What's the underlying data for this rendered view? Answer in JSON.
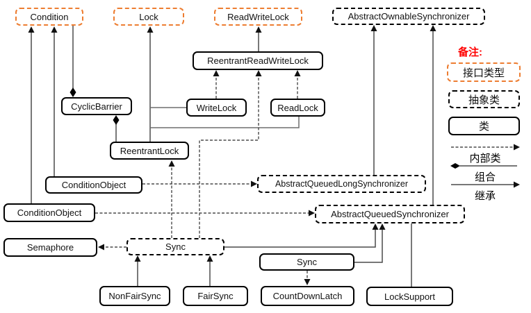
{
  "diagram": {
    "title_hint": "Java locks / AQS class relationship diagram",
    "nodes": {
      "condition": "Condition",
      "lock": "Lock",
      "read_write_lock": "ReadWriteLock",
      "abstract_ownable_synchronizer": "AbstractOwnableSynchronizer",
      "reentrant_read_write_lock": "ReentrantReadWriteLock",
      "cyclic_barrier": "CyclicBarrier",
      "write_lock": "WriteLock",
      "read_lock": "ReadLock",
      "reentrant_lock": "ReentrantLock",
      "condition_object_upper": "ConditionObject",
      "abstract_queued_long_synchronizer": "AbstractQueuedLongSynchronizer",
      "condition_object_lower": "ConditionObject",
      "abstract_queued_synchronizer": "AbstractQueuedSynchronizer",
      "semaphore": "Semaphore",
      "sync_inner": "Sync",
      "sync_class": "Sync",
      "non_fair_sync": "NonFairSync",
      "fair_sync": "FairSync",
      "count_down_latch": "CountDownLatch",
      "lock_support": "LockSupport"
    },
    "edges": [
      {
        "from": "condition_object_upper",
        "to": "condition",
        "type": "inheritance"
      },
      {
        "from": "condition_object_lower",
        "to": "condition",
        "type": "inheritance"
      },
      {
        "from": "reentrant_lock",
        "to": "lock",
        "type": "inheritance"
      },
      {
        "from": "write_lock",
        "to": "lock",
        "type": "inheritance"
      },
      {
        "from": "read_lock",
        "to": "lock",
        "type": "inheritance"
      },
      {
        "from": "reentrant_read_write_lock",
        "to": "read_write_lock",
        "type": "inheritance"
      },
      {
        "from": "abstract_queued_long_synchronizer",
        "to": "abstract_ownable_synchronizer",
        "type": "inheritance"
      },
      {
        "from": "abstract_queued_synchronizer",
        "to": "abstract_ownable_synchronizer",
        "type": "inheritance"
      },
      {
        "from": "non_fair_sync",
        "to": "sync_inner",
        "type": "inheritance"
      },
      {
        "from": "fair_sync",
        "to": "sync_inner",
        "type": "inheritance"
      },
      {
        "from": "sync_inner",
        "to": "abstract_queued_synchronizer",
        "type": "inheritance"
      },
      {
        "from": "sync_class",
        "to": "abstract_queued_synchronizer",
        "type": "inheritance"
      },
      {
        "from": "write_lock",
        "to": "reentrant_read_write_lock",
        "type": "inner-class"
      },
      {
        "from": "read_lock",
        "to": "reentrant_read_write_lock",
        "type": "inner-class"
      },
      {
        "from": "sync_inner",
        "to": "reentrant_read_write_lock",
        "type": "inner-class"
      },
      {
        "from": "sync_inner",
        "to": "reentrant_lock",
        "type": "inner-class"
      },
      {
        "from": "sync_inner",
        "to": "semaphore",
        "type": "inner-class"
      },
      {
        "from": "sync_class",
        "to": "count_down_latch",
        "type": "inner-class"
      },
      {
        "from": "condition_object_upper",
        "to": "abstract_queued_long_synchronizer",
        "type": "inner-class"
      },
      {
        "from": "condition_object_lower",
        "to": "abstract_queued_synchronizer",
        "type": "inner-class"
      },
      {
        "from": "cyclic_barrier",
        "to": "condition",
        "type": "composition"
      },
      {
        "from": "cyclic_barrier",
        "to": "reentrant_lock",
        "type": "composition"
      },
      {
        "from": "abstract_queued_synchronizer",
        "to": "lock_support",
        "type": "association"
      }
    ],
    "legend": {
      "title": "备注:",
      "interface_type": "接口类型",
      "abstract_class": "抽象类",
      "class": "类",
      "inner_class": "内部类",
      "composition": "组合",
      "inheritance": "继承"
    },
    "colors": {
      "interface_border": "#ED7D31",
      "note_red": "#FF0000",
      "box_border": "#000000",
      "line": "#4a4a4a",
      "background": "#ffffff"
    }
  }
}
